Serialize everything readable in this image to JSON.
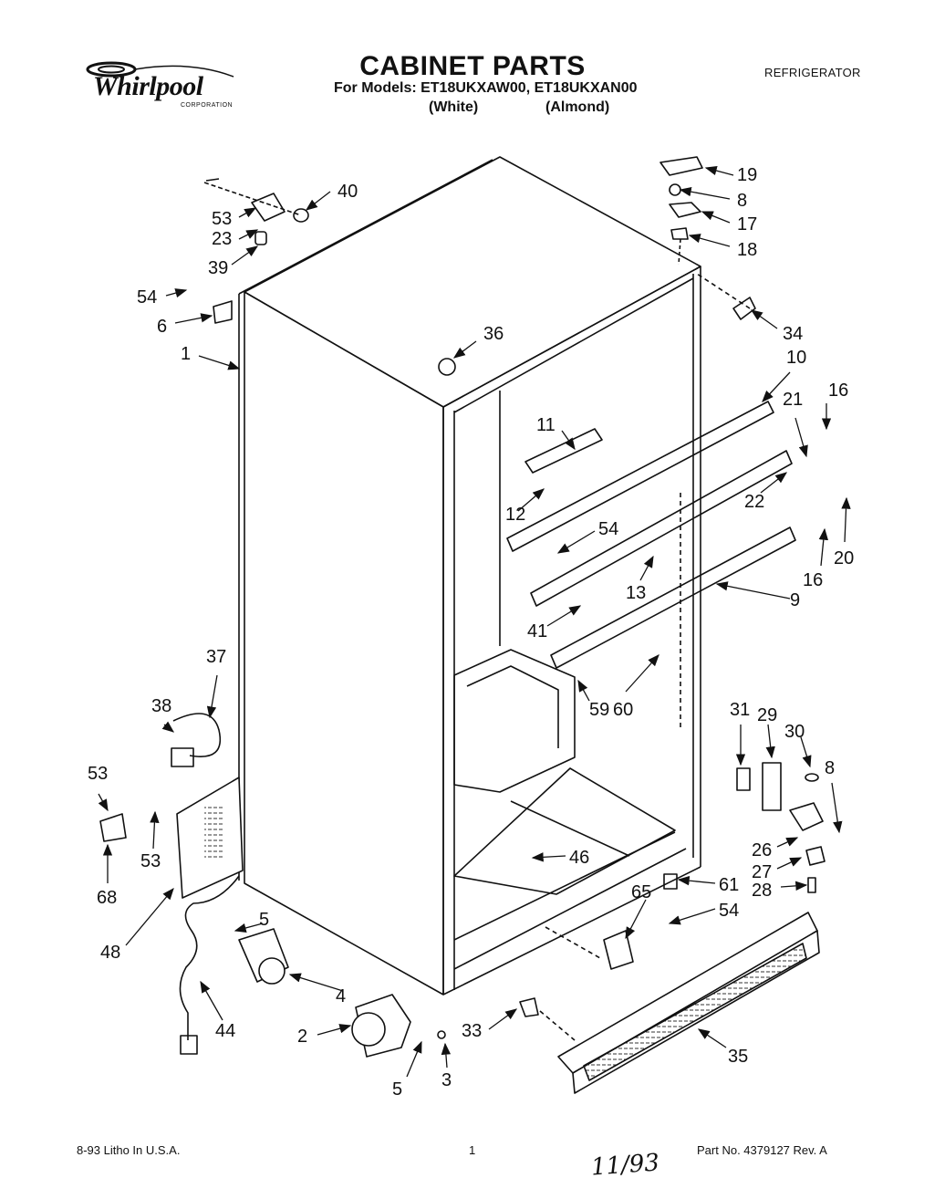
{
  "header": {
    "brand": "Whirlpool",
    "brand_sub": "CORPORATION",
    "title": "CABINET PARTS",
    "models_line": "For Models: ET18UKXAW00, ET18UKXAN00",
    "variant_white": "(White)",
    "variant_almond": "(Almond)",
    "category": "REFRIGERATOR"
  },
  "footer": {
    "left": "8-93 Litho In U.S.A.",
    "page_number": "1",
    "part_number": "Part No. 4379127 Rev. A",
    "handwritten_note": "11/93"
  },
  "callouts": [
    {
      "id": "c40",
      "label": "40"
    },
    {
      "id": "c53a",
      "label": "53"
    },
    {
      "id": "c23",
      "label": "23"
    },
    {
      "id": "c39",
      "label": "39"
    },
    {
      "id": "c54a",
      "label": "54"
    },
    {
      "id": "c6",
      "label": "6"
    },
    {
      "id": "c1",
      "label": "1"
    },
    {
      "id": "c36",
      "label": "36"
    },
    {
      "id": "c19",
      "label": "19"
    },
    {
      "id": "c8a",
      "label": "8"
    },
    {
      "id": "c17",
      "label": "17"
    },
    {
      "id": "c18",
      "label": "18"
    },
    {
      "id": "c34",
      "label": "34"
    },
    {
      "id": "c10",
      "label": "10"
    },
    {
      "id": "c16a",
      "label": "16"
    },
    {
      "id": "c21",
      "label": "21"
    },
    {
      "id": "c11",
      "label": "11"
    },
    {
      "id": "c12",
      "label": "12"
    },
    {
      "id": "c22",
      "label": "22"
    },
    {
      "id": "c54b",
      "label": "54"
    },
    {
      "id": "c16b",
      "label": "16"
    },
    {
      "id": "c20",
      "label": "20"
    },
    {
      "id": "c13",
      "label": "13"
    },
    {
      "id": "c9",
      "label": "9"
    },
    {
      "id": "c41",
      "label": "41"
    },
    {
      "id": "c60",
      "label": "60"
    },
    {
      "id": "c59",
      "label": "59"
    },
    {
      "id": "c37",
      "label": "37"
    },
    {
      "id": "c38",
      "label": "38"
    },
    {
      "id": "c31",
      "label": "31"
    },
    {
      "id": "c29",
      "label": "29"
    },
    {
      "id": "c30",
      "label": "30"
    },
    {
      "id": "c8b",
      "label": "8"
    },
    {
      "id": "c53b",
      "label": "53"
    },
    {
      "id": "c53c",
      "label": "53"
    },
    {
      "id": "c68",
      "label": "68"
    },
    {
      "id": "c46",
      "label": "46"
    },
    {
      "id": "c26",
      "label": "26"
    },
    {
      "id": "c27",
      "label": "27"
    },
    {
      "id": "c28",
      "label": "28"
    },
    {
      "id": "c61",
      "label": "61"
    },
    {
      "id": "c65",
      "label": "65"
    },
    {
      "id": "c54c",
      "label": "54"
    },
    {
      "id": "c48",
      "label": "48"
    },
    {
      "id": "c5a",
      "label": "5"
    },
    {
      "id": "c4",
      "label": "4"
    },
    {
      "id": "c44",
      "label": "44"
    },
    {
      "id": "c2",
      "label": "2"
    },
    {
      "id": "c33",
      "label": "33"
    },
    {
      "id": "c35",
      "label": "35"
    },
    {
      "id": "c5b",
      "label": "5"
    },
    {
      "id": "c3",
      "label": "3"
    }
  ]
}
